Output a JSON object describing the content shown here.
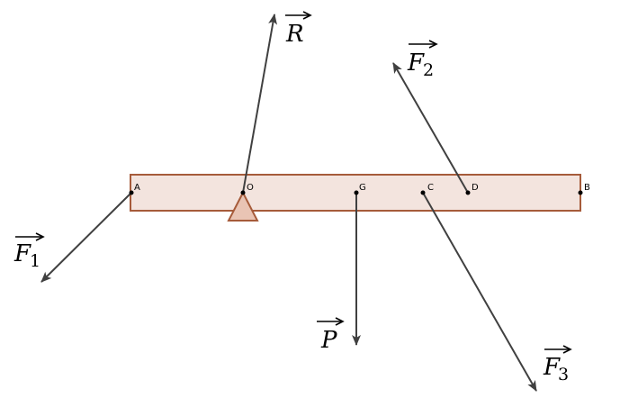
{
  "points": {
    "A": "A",
    "O": "O",
    "G": "G",
    "C": "C",
    "D": "D",
    "B": "B"
  },
  "vectors": {
    "R": {
      "letter": "R",
      "sub": ""
    },
    "F1": {
      "letter": "F",
      "sub": "1"
    },
    "F2": {
      "letter": "F",
      "sub": "2"
    },
    "F3": {
      "letter": "F",
      "sub": "3"
    },
    "P": {
      "letter": "P",
      "sub": ""
    }
  },
  "colors": {
    "beam_fill": "#f3e4de",
    "beam_stroke": "#a65b3a",
    "support_fill": "#e9c4b4",
    "vector_stroke": "#404040",
    "point_fill": "#000000"
  }
}
